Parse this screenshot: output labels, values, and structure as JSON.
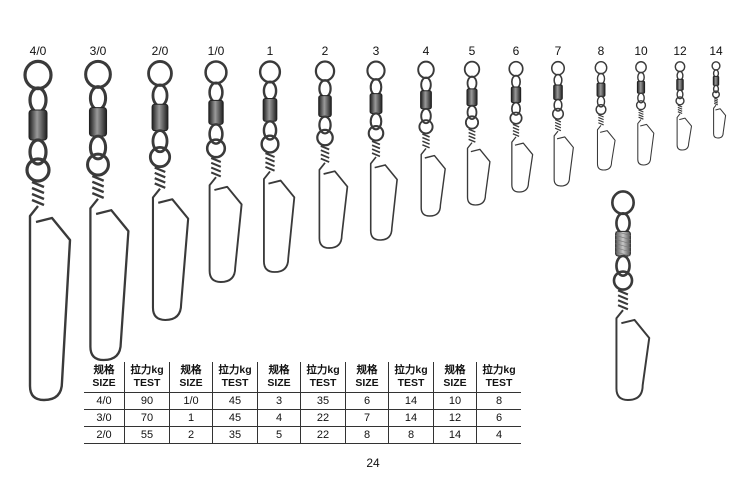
{
  "sizes": [
    "4/0",
    "3/0",
    "2/0",
    "1/0",
    "1",
    "2",
    "3",
    "4",
    "5",
    "6",
    "7",
    "8",
    "10",
    "12",
    "14"
  ],
  "table": {
    "header_cn": [
      "规格",
      "拉力kg",
      "规格",
      "拉力kg",
      "规格",
      "拉力kg",
      "规格",
      "拉力kg",
      "规格",
      "拉力kg"
    ],
    "header_en": [
      "SIZE",
      "TEST",
      "SIZE",
      "TEST",
      "SIZE",
      "TEST",
      "SIZE",
      "TEST",
      "SIZE",
      "TEST"
    ],
    "rows": [
      [
        "4/0",
        "90",
        "1/0",
        "45",
        "3",
        "35",
        "6",
        "14",
        "10",
        "8"
      ],
      [
        "3/0",
        "70",
        "1",
        "45",
        "4",
        "22",
        "7",
        "14",
        "12",
        "6"
      ],
      [
        "2/0",
        "55",
        "2",
        "35",
        "5",
        "22",
        "8",
        "8",
        "14",
        "4"
      ]
    ]
  },
  "page_number": "24",
  "colors": {
    "metal": "#3a3a3a",
    "metal_light": "#9a9a9a",
    "line": "#333333"
  }
}
